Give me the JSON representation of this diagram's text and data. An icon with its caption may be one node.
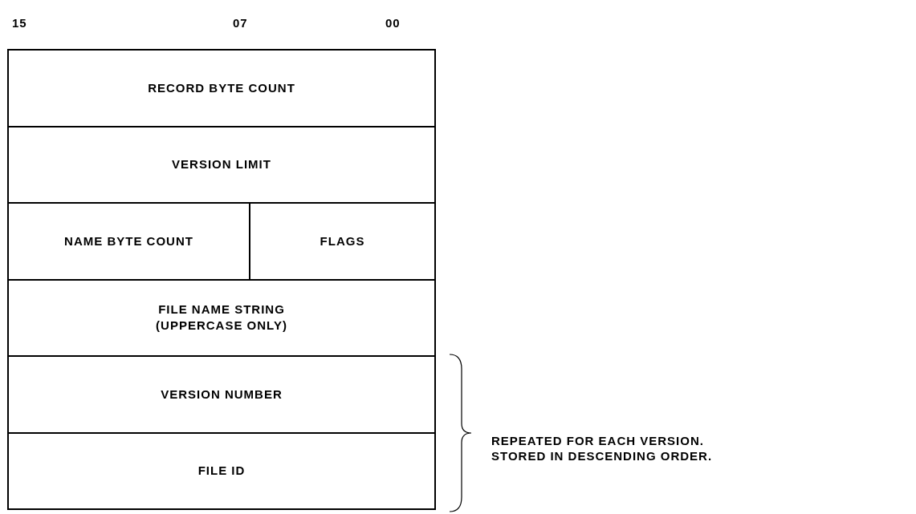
{
  "diagram": {
    "nodes": [
      {
        "text": [
          "RECORD BYTE COUNT"
        ]
      },
      {
        "text": [
          "VERSION LIMIT"
        ]
      },
      {
        "text": [
          "NAME BYTE COUNT"
        ]
      },
      {
        "text": [
          "FLAGS"
        ]
      },
      {
        "text": [
          "FILE NAME STRING (UPPERCASE ONLY)"
        ]
      },
      {
        "text": [
          "VERSION NUMBER"
        ]
      },
      {
        "text": [
          "FILE ID"
        ]
      }
    ],
    "edges": [],
    "labels": [
      "15",
      "07",
      "00",
      "REPEATED FOR EACH VERSION.",
      "STORED IN DESCENDING ORDER."
    ]
  }
}
